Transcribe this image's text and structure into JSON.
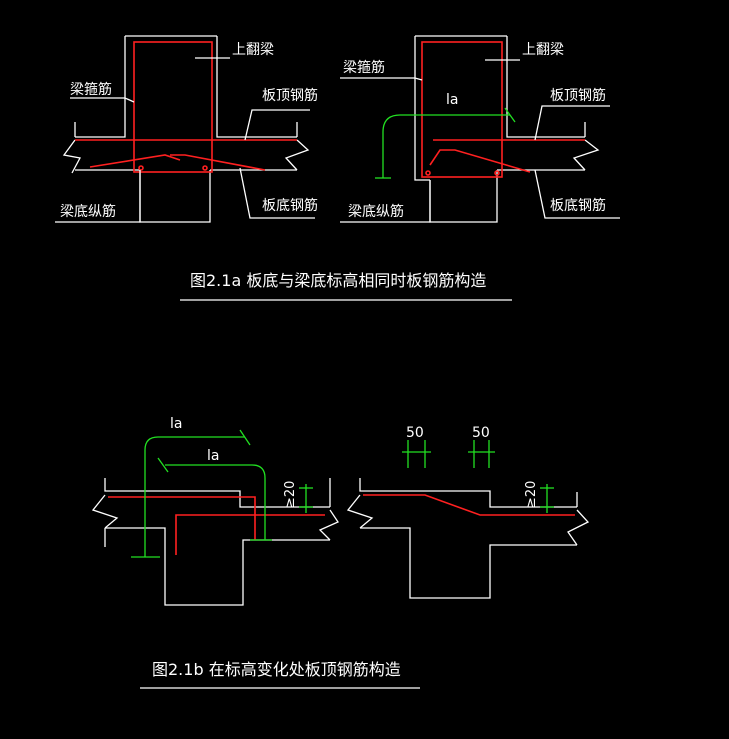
{
  "colors": {
    "background": "#000000",
    "outline": "#ffffff",
    "rebar": "#ff2020",
    "dimension": "#22e022"
  },
  "fig1a": {
    "caption": "图2.1a  板底与梁底标高相同时板钢筋构造",
    "left": {
      "label_upturned_beam": "上翻梁",
      "label_stirrup": "梁箍筋",
      "label_slab_top_bar": "板顶钢筋",
      "label_slab_bottom_bar": "板底钢筋",
      "label_beam_bottom_bar": "梁底纵筋"
    },
    "right": {
      "label_upturned_beam": "上翻梁",
      "label_stirrup": "梁箍筋",
      "label_anchor": "la",
      "label_slab_top_bar": "板顶钢筋",
      "label_slab_bottom_bar": "板底钢筋",
      "label_beam_bottom_bar": "梁底纵筋"
    }
  },
  "fig1b": {
    "caption": "图2.1b  在标高变化处板顶钢筋构造",
    "left": {
      "dim_la_1": "la",
      "dim_la_2": "la",
      "dim_offset": "≥20"
    },
    "right": {
      "dim_50_a": "50",
      "dim_50_b": "50",
      "dim_offset": "≥20"
    }
  }
}
